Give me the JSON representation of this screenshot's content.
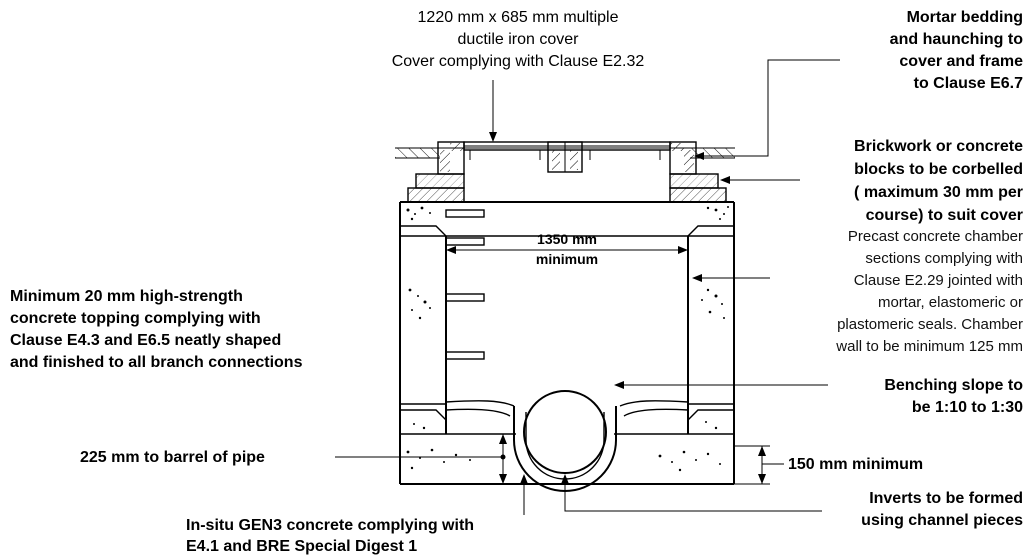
{
  "labels": {
    "cover": [
      "1220 mm x 685 mm multiple",
      "ductile iron cover",
      "Cover complying with Clause E2.32"
    ],
    "mortar": [
      "Mortar bedding",
      "and haunching to",
      "cover and frame",
      "to Clause E6.7"
    ],
    "brickwork": [
      "Brickwork or concrete",
      "blocks to be corbelled",
      "( maximum 30 mm per",
      "course)  to suit cover"
    ],
    "precast": [
      "Precast concrete chamber",
      "sections complying with",
      "Clause E2.29 jointed with",
      "mortar, elastomeric or",
      "plastomeric seals. Chamber",
      "wall to be minimum 125 mm"
    ],
    "topping": [
      "Minimum 20 mm high-strength",
      "concrete topping complying  with",
      "Clause E4.3 and E6.5 neatly shaped",
      "and finished to all branch connections"
    ],
    "benching": [
      "Benching slope to",
      "be 1:10 to 1:30"
    ],
    "barrel": "225 mm to barrel of pipe",
    "base": "150 mm minimum",
    "inverts": [
      "Inverts to be formed",
      "using channel pieces"
    ],
    "insitu": [
      "In-situ GEN3 concrete complying with",
      "E4.1 and BRE Special Digest 1"
    ],
    "width_dim": [
      "1350 mm",
      "minimum"
    ]
  }
}
